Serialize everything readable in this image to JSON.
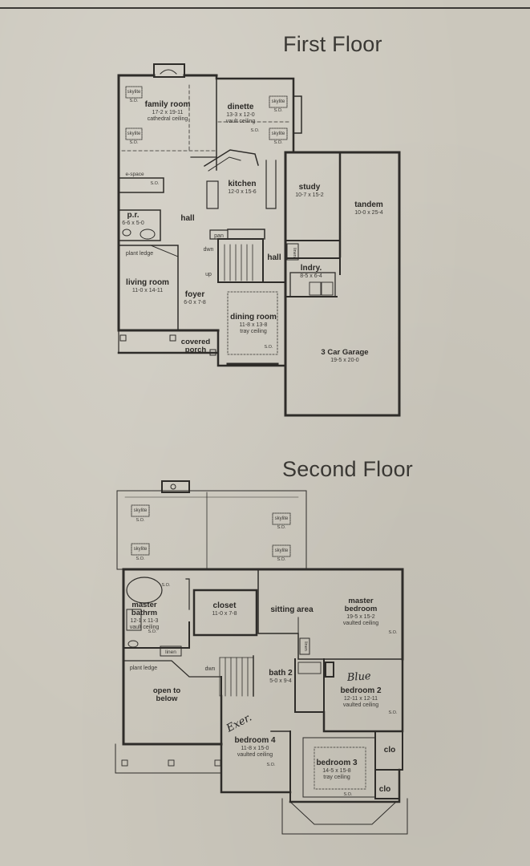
{
  "first_floor": {
    "title": "First Floor",
    "rooms": [
      {
        "id": "family-room",
        "name": "family room",
        "dims": "17-2 x 19-11",
        "note": "cathedral ceiling"
      },
      {
        "id": "dinette",
        "name": "dinette",
        "dims": "13-3 x 12-0",
        "note": "vault ceiling"
      },
      {
        "id": "kitchen",
        "name": "kitchen",
        "dims": "12-0 x 15-6",
        "note": ""
      },
      {
        "id": "study",
        "name": "study",
        "dims": "10-7 x 15-2",
        "note": ""
      },
      {
        "id": "tandem",
        "name": "tandem",
        "dims": "10-0 x 25-4",
        "note": ""
      },
      {
        "id": "pr",
        "name": "p.r.",
        "dims": "6-6 x 5-0",
        "note": ""
      },
      {
        "id": "hall-1",
        "name": "hall",
        "dims": "",
        "note": ""
      },
      {
        "id": "hall-2",
        "name": "hall",
        "dims": "",
        "note": ""
      },
      {
        "id": "laundry",
        "name": "lndry.",
        "dims": "8-5 x 6-4",
        "note": ""
      },
      {
        "id": "living-room",
        "name": "living room",
        "dims": "11-0 x 14-11",
        "note": ""
      },
      {
        "id": "foyer",
        "name": "foyer",
        "dims": "6-0 x 7-8",
        "note": ""
      },
      {
        "id": "dining-room",
        "name": "dining room",
        "dims": "11-8 x 13-8",
        "note": "tray ceiling"
      },
      {
        "id": "covered-porch",
        "name": "covered porch",
        "dims": "",
        "note": ""
      },
      {
        "id": "garage",
        "name": "3 Car Garage",
        "dims": "19-5 x 20-0",
        "note": ""
      }
    ],
    "small_labels": {
      "skylite": "skylite",
      "so": "S.O.",
      "espace": "e-space",
      "pan": "pan",
      "dwn": "dwn",
      "up": "up",
      "plant_ledge": "plant ledge",
      "linen": "linen"
    }
  },
  "second_floor": {
    "title": "Second Floor",
    "rooms": [
      {
        "id": "closet",
        "name": "closet",
        "dims": "11-0 x 7-8",
        "note": ""
      },
      {
        "id": "sitting-area",
        "name": "sitting area",
        "dims": "",
        "note": ""
      },
      {
        "id": "master-bedroom",
        "name": "master bedroom",
        "dims": "19-5 x 15-2",
        "note": "vaulted ceiling"
      },
      {
        "id": "master-bathroom",
        "name": "master bathrm",
        "dims": "12-1 x 11-3",
        "note": "vault ceiling"
      },
      {
        "id": "bath-2",
        "name": "bath 2",
        "dims": "5-0 x 9-4",
        "note": ""
      },
      {
        "id": "bedroom-2",
        "name": "bedroom 2",
        "dims": "12-11 x 12-11",
        "note": "vaulted ceiling"
      },
      {
        "id": "open-to-below",
        "name": "open to below",
        "dims": "",
        "note": ""
      },
      {
        "id": "bedroom-4",
        "name": "bedroom 4",
        "dims": "11-8 x 15-0",
        "note": "vaulted ceiling"
      },
      {
        "id": "bedroom-3",
        "name": "bedroom 3",
        "dims": "14-5 x 15-8",
        "note": "tray ceiling"
      },
      {
        "id": "clo-1",
        "name": "clo",
        "dims": "",
        "note": ""
      },
      {
        "id": "clo-2",
        "name": "clo",
        "dims": "",
        "note": ""
      }
    ],
    "small_labels": {
      "plant_ledge": "plant ledge",
      "dwn": "dwn",
      "linen": "linen",
      "linen_short": "linen",
      "so": "S.O.",
      "skylite": "skylite"
    }
  },
  "handwriting": {
    "bedroom_2_note": "Blue",
    "bedroom_4_note": "Exer."
  },
  "colors": {
    "paper": "#cbc7bc",
    "ink": "#2e2c29",
    "line_light": "#6d6a63"
  }
}
